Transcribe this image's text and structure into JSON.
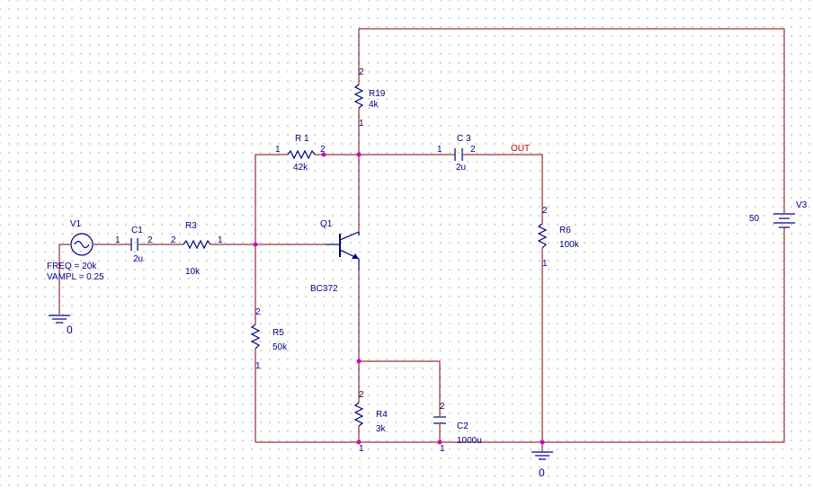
{
  "colors": {
    "wire": "#800000",
    "part": "#000080",
    "net_label": "#cc0000",
    "junction": "#cc00cc"
  },
  "components": {
    "V1": {
      "ref": "V1",
      "freq": "FREQ = 20k",
      "vampl": "VAMPL = 0.25"
    },
    "C1": {
      "ref": "C1",
      "value": "2u",
      "pin1": "1",
      "pin2": "2"
    },
    "R3": {
      "ref": "R3",
      "value": "10k",
      "pin1": "1",
      "pin2": "2"
    },
    "R1": {
      "ref": "R 1",
      "value": "42k",
      "pin1": "1",
      "pin2": "2"
    },
    "R19": {
      "ref": "R19",
      "value": "4k",
      "pin1": "1",
      "pin2": "2"
    },
    "C3": {
      "ref": "C 3",
      "value": "2u",
      "pin1": "1",
      "pin2": "2"
    },
    "R6": {
      "ref": "R6",
      "value": "100k",
      "pin1": "1",
      "pin2": "2"
    },
    "V3": {
      "ref": "V3",
      "value": "50"
    },
    "Q1": {
      "ref": "Q1",
      "value": "BC372"
    },
    "R5": {
      "ref": "R5",
      "value": "50k",
      "pin1": "1",
      "pin2": "2"
    },
    "R4": {
      "ref": "R4",
      "value": "3k",
      "pin1": "1",
      "pin2": "2"
    },
    "C2": {
      "ref": "C2",
      "value": "1000u",
      "pin1": "1",
      "pin2": "2"
    }
  },
  "net_labels": {
    "out": "OUT"
  },
  "grounds": {
    "left": "0",
    "right": "0"
  }
}
